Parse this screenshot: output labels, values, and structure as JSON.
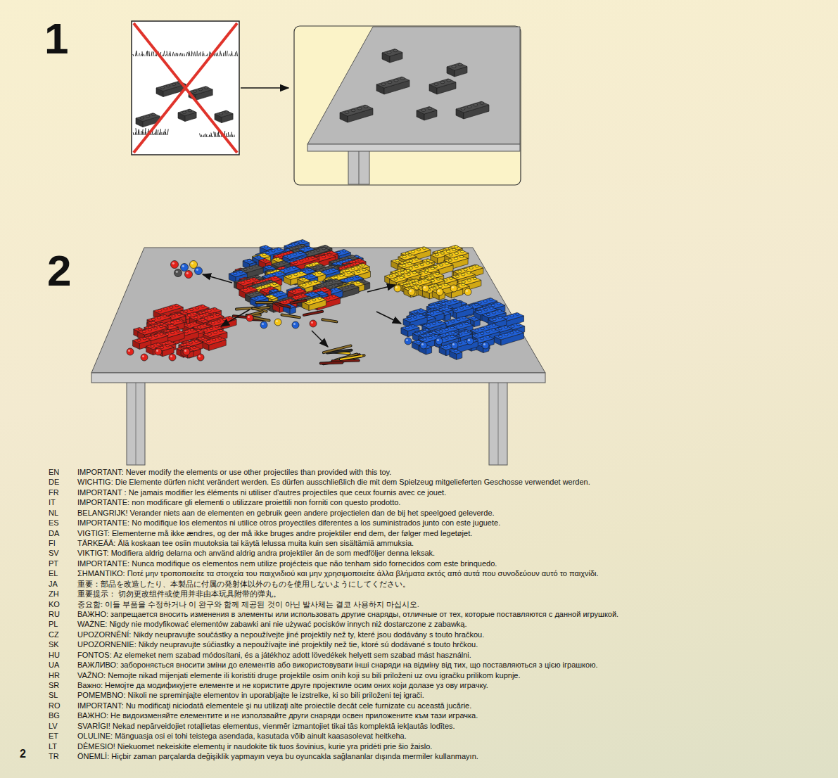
{
  "diagram": {
    "labels": [
      "1",
      "2",
      "EN",
      "IMPORTANT: Never modify the elements or use other projectiles than provided with this toy.",
      "DE",
      "WICHTIG: Die Elemente dürfen nicht verändert werden. Es dürfen ausschließlich die mit dem Spielzeug mitgelieferten Geschosse verwendet werden.",
      "FR",
      "IMPORTANT : Ne jamais modifier les éléments ni utiliser d'autres projectiles que ceux fournis avec ce jouet.",
      "IT",
      "IMPORTANTE: non modificare gli elementi o utilizzare proiettili non forniti con questo prodotto.",
      "NL",
      "BELANGRIJK! Verander niets aan de elementen en gebruik geen andere projectielen dan de bij het speelgoed geleverde.",
      "ES",
      "IMPORTANTE: No modifique los elementos ni utilice otros proyectiles diferentes a los suministrados junto con este juguete.",
      "DA",
      "VIGTIGT: Elementerne må ikke ændres, og der må ikke bruges andre projektiler end dem, der følger med legetøjet.",
      "FI",
      "TÄRKEÄÄ: Älä koskaan tee osiin muutoksia tai käytä lelussa muita kuin sen sisältämiä ammuksia.",
      "SV",
      "VIKTIGT: Modifiera aldrig delarna och använd aldrig andra projektiler än de som medföljer denna leksak.",
      "PT",
      "IMPORTANTE: Nunca modifique os elementos nem utilize projécteis que não tenham sido fornecidos com este brinquedo.",
      "EL",
      "ΣΗΜΑΝΤΙΚΟ: Ποτέ μην τροποποιείτε τα στοιχεία του παιχνιδιού και μην χρησιμοποιείτε άλλα βλήματα εκτός από αυτά που συνοδεύουν αυτό το παιχνίδι.",
      "JA",
      "重要：部品を改造したり、本製品に付属の発射体以外のものを使用しないようにしてください。",
      "ZH",
      "重要提示： 切勿更改组件或使用并非由本玩具附带的弹丸。",
      "KO",
      "중요함: 이들 부품을 수정하거나 이 완구와 함께 제공된 것이 아닌 발사체는 결코 사용하지 마십시오.",
      "RU",
      "ВАЖНО: запрещается вносить изменения в элементы или использовать другие снаряды, отличные от тех, которые поставляются с данной игрушкой.",
      "PL",
      "WAŻNE: Nigdy nie modyfikować elementów zabawki ani nie używać pocisków innych niż dostarczone z zabawką.",
      "CZ",
      "UPOZORNĚNÍ: Nikdy neupravujte součástky a nepoužívejte jiné projektily než ty, které jsou dodávány s touto hračkou.",
      "SK",
      "UPOZORNENIE: Nikdy neupravujte súčiastky a nepoužívajte iné projektily než tie, ktoré sú dodávané s touto hrčkou.",
      "HU",
      "FONTOS: Az elemeket nem szabad módosítani, és a játékhoz adott lövedékek helyett sem szabad mást használni.",
      "UA",
      "ВАЖЛИВО: забороняється вносити зміни до елементів або використовувати інші снаряди на відміну від тих, що поставляються з цією іграшкою.",
      "HR",
      "VAŽNO: Nemojte nikad mijenjati elemente ili koristiti druge projektile osim onih koji su bili priloženi uz ovu igračku prilikom kupnje.",
      "SR",
      "Важно: Немојте да модификујете елементе и не користите друге пројектиле осим оних који долазе уз ову играчку.",
      "SL",
      "POMEMBNO: Nikoli ne spreminjajte elementov in uporabljajte le izstrelke, ki so bili priloženi tej igrači.",
      "RO",
      "IMPORTANT: Nu modificaţi niciodată elementele şi nu utilizaţi alte proiectile decât cele furnizate cu această jucărie.",
      "BG",
      "ВАЖНО: Не видоизменяйте елементите и не използвайте други снаряди освен приложените към тази играчка.",
      "LV",
      "SVARĪGI! Nekad nepārveidojiet rotaļlietas elementus, vienmēr izmantojiet tikai tās komplektā iekļautās lodītes.",
      "ET",
      "OLULINE: Mänguasja osi ei tohi teistega asendada, kasutada võib ainult kaasasolevat heitkeha.",
      "LT",
      "DĖMESIO! Niekuomet nekeiskite elementų ir naudokite tik tuos šovinius, kurie yra pridėti prie šio žaislo.",
      "TR",
      "ÖNEMLİ: Hiçbir zaman parçalarda değişiklik yapmayın veya bu oyuncakla sağlananlar dışında mermiler kullanmayın.",
      "2"
    ]
  }
}
